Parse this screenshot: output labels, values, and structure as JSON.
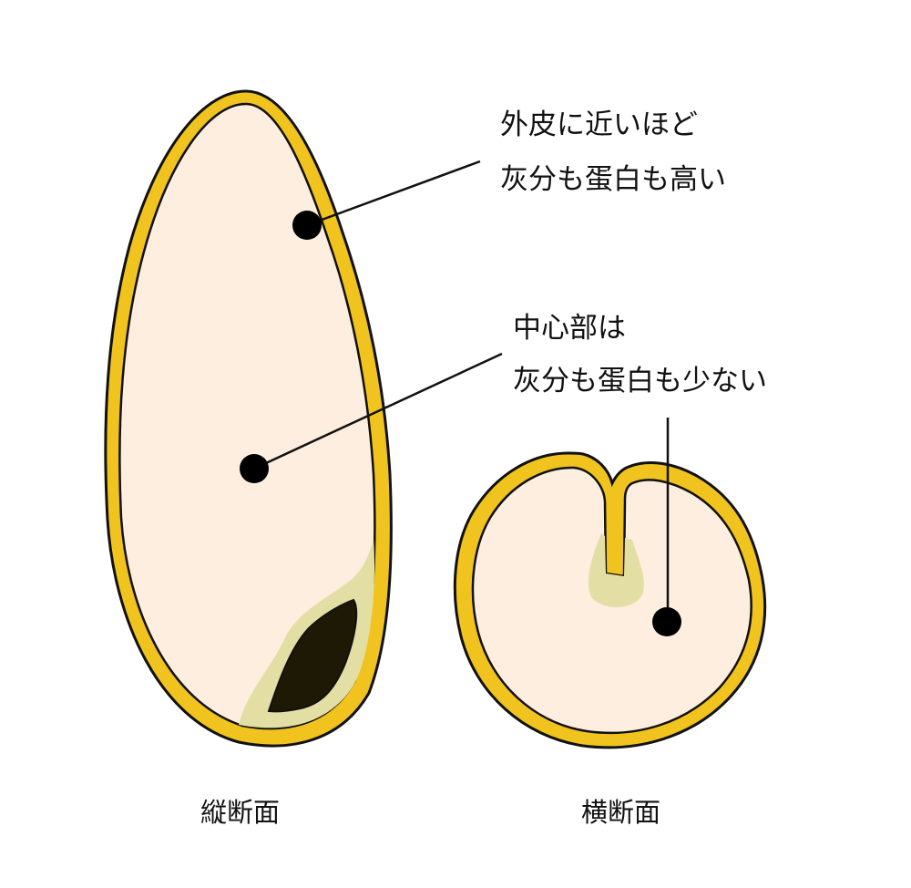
{
  "callouts": {
    "outer": {
      "line1": "外皮に近いほど",
      "line2": "灰分も蛋白も高い"
    },
    "center": {
      "line1": "中心部は",
      "line2": "灰分も蛋白も少ない"
    }
  },
  "captions": {
    "longitudinal": "縦断面",
    "cross": "横断面"
  },
  "colors": {
    "bran_yellow": "#f1c31e",
    "endosperm": "#fdeedf",
    "germ_zone": "#e3dfa4",
    "germ_dark": "#1e1905",
    "outline": "#111111"
  }
}
